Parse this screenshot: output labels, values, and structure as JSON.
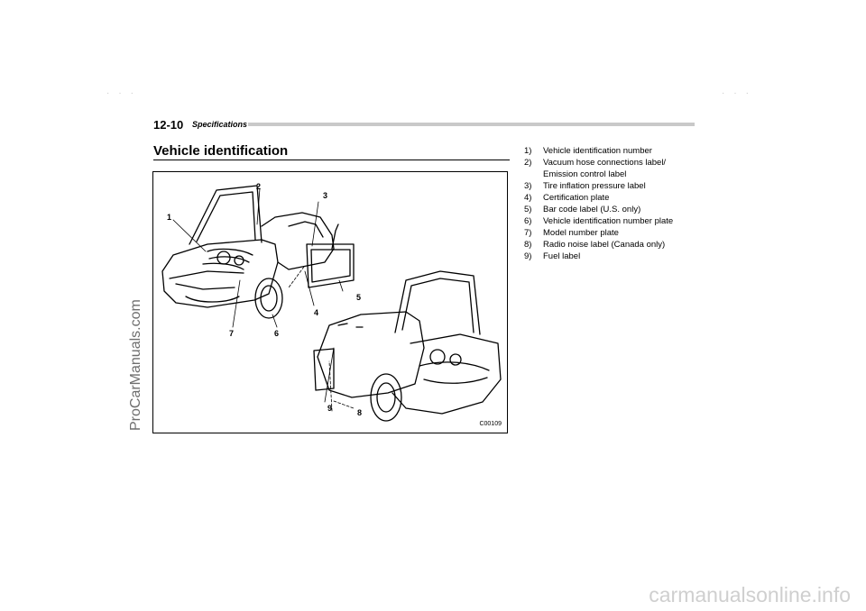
{
  "header": {
    "page_number": "12-10",
    "section": "Specifications"
  },
  "title": "Vehicle identification",
  "figure": {
    "code": "C00109",
    "callouts": [
      "1",
      "2",
      "3",
      "4",
      "5",
      "6",
      "7",
      "8",
      "9"
    ]
  },
  "legend": [
    {
      "num": "1)",
      "lines": [
        "Vehicle identification number"
      ]
    },
    {
      "num": "2)",
      "lines": [
        "Vacuum hose connections label/",
        "Emission control label"
      ]
    },
    {
      "num": "3)",
      "lines": [
        "Tire inflation pressure label"
      ]
    },
    {
      "num": "4)",
      "lines": [
        "Certification plate"
      ]
    },
    {
      "num": "5)",
      "lines": [
        "Bar code label (U.S. only)"
      ]
    },
    {
      "num": "6)",
      "lines": [
        "Vehicle identification number plate"
      ]
    },
    {
      "num": "7)",
      "lines": [
        "Model number plate"
      ]
    },
    {
      "num": "8)",
      "lines": [
        "Radio noise label (Canada only)"
      ]
    },
    {
      "num": "9)",
      "lines": [
        "Fuel label"
      ]
    }
  ],
  "watermarks": {
    "side": "ProCarManuals.com",
    "bottom": "carmanualsonline.info"
  }
}
